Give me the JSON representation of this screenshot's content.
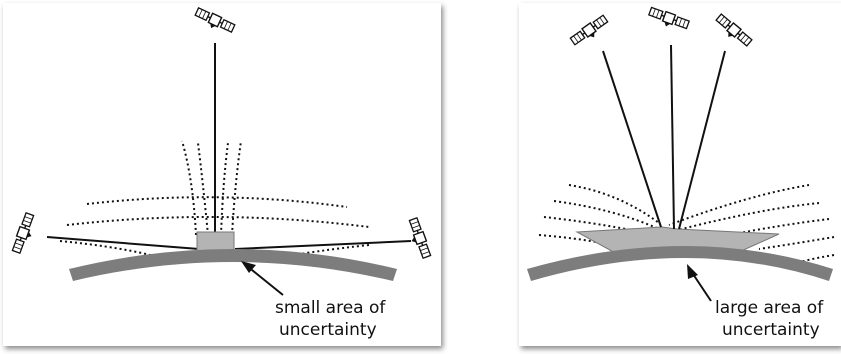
{
  "left_panel": {
    "caption_line1": "small area of",
    "caption_line2": "uncertainty",
    "icons": [
      "satellite-icon",
      "arrow-icon"
    ]
  },
  "right_panel": {
    "caption_line1": "large area of",
    "caption_line2": "uncertainty",
    "icons": [
      "satellite-icon",
      "arrow-icon"
    ]
  },
  "colors": {
    "earth": "#7d7d7d",
    "uncertainty_area": "#b4b4b4",
    "lines": "#111111"
  }
}
